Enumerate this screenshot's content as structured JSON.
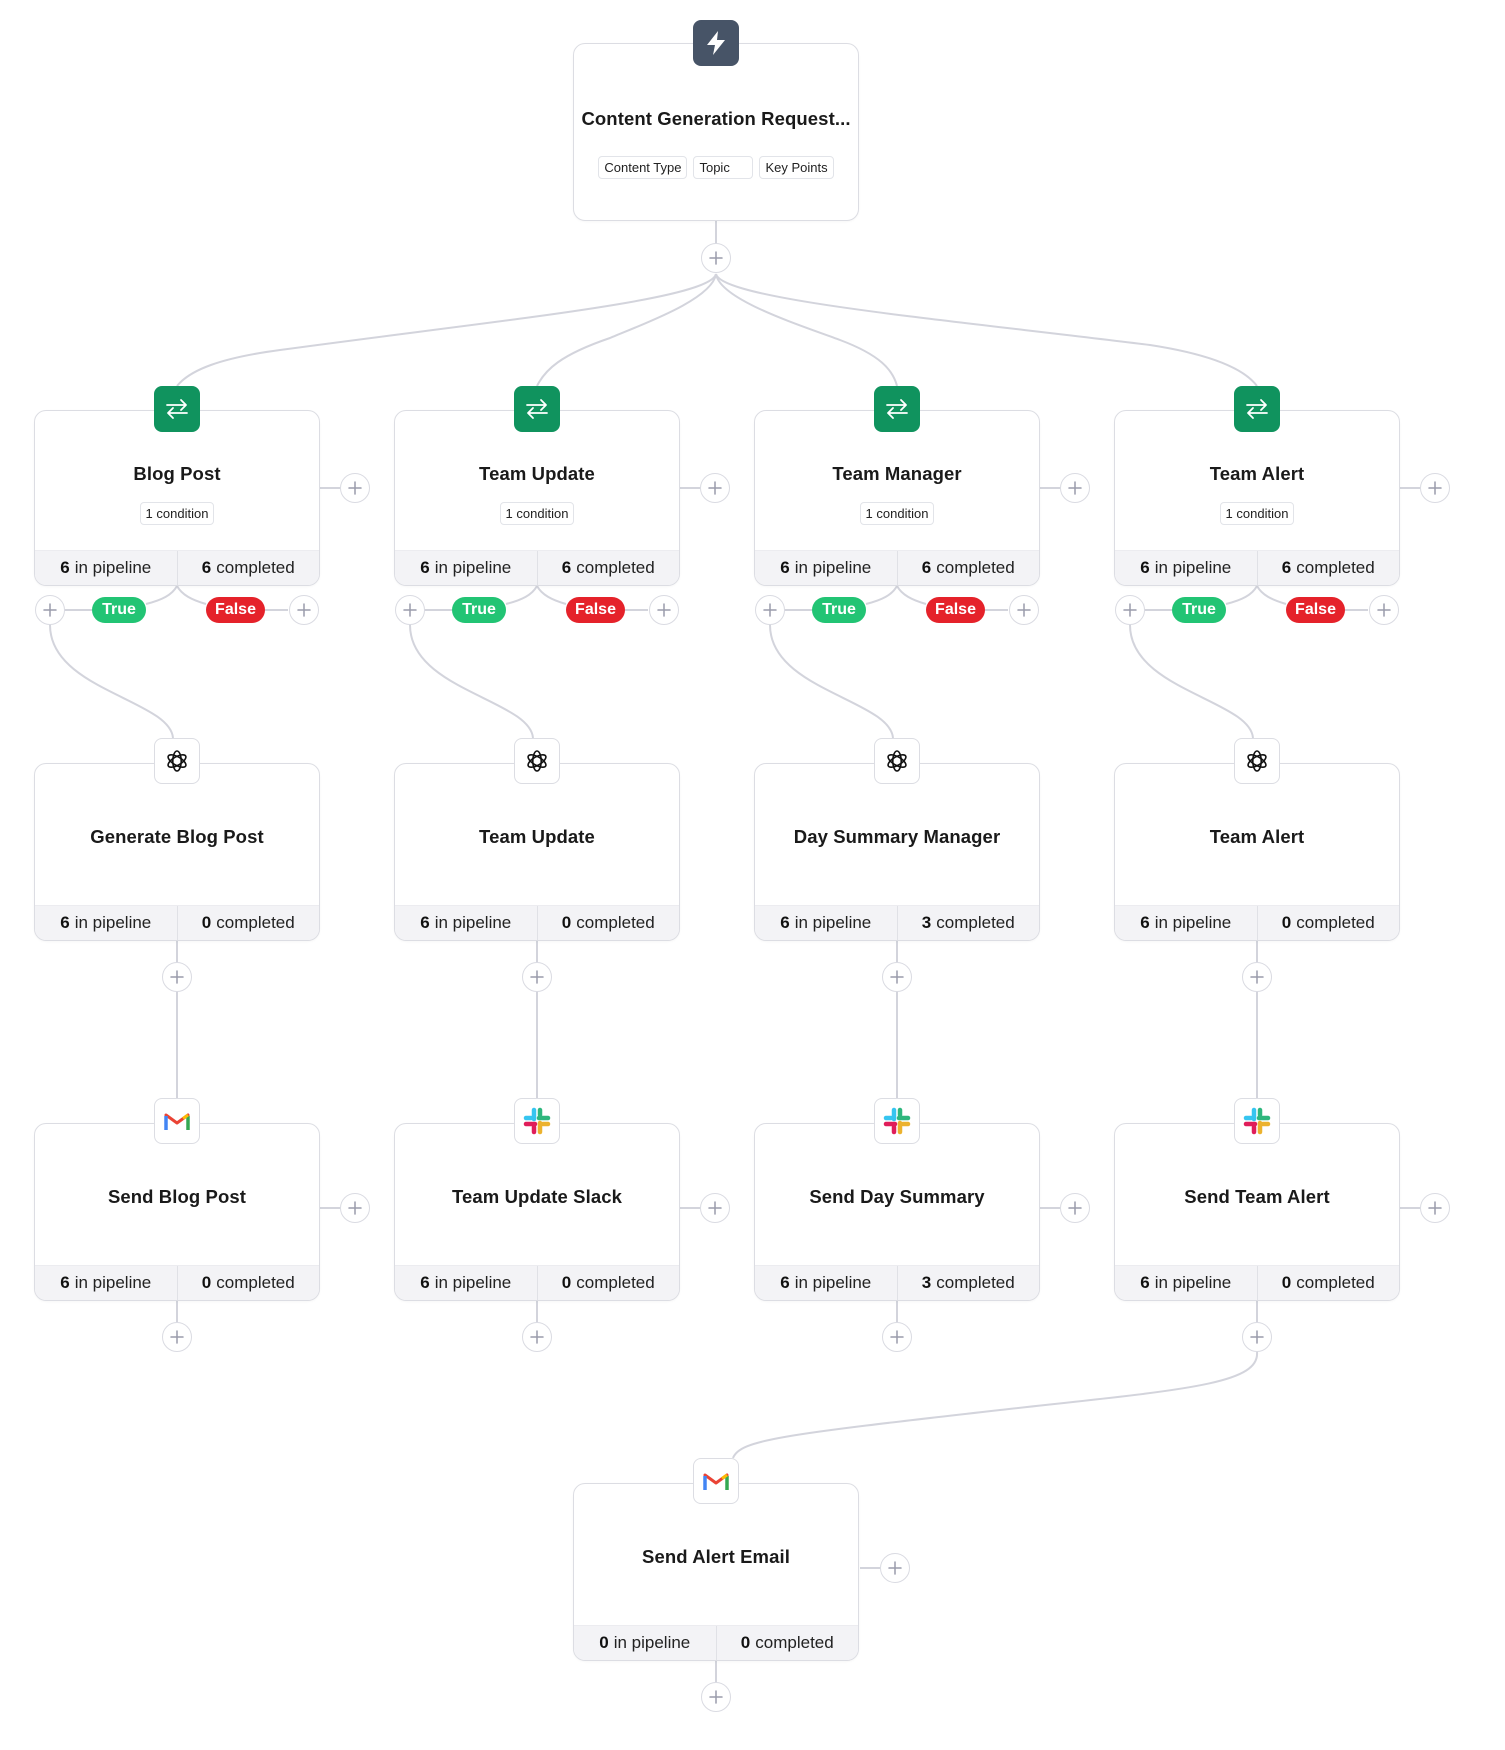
{
  "trigger": {
    "title": "Content Generation Request...",
    "fields": [
      "Content Type",
      "Topic",
      "Key Points"
    ],
    "icon": "lightning-bolt-icon"
  },
  "stat_labels": {
    "pipeline": "in pipeline",
    "completed": "completed"
  },
  "branch_labels": {
    "true": "True",
    "false": "False"
  },
  "router_icon": "branch-arrows-icon",
  "routers": [
    {
      "title": "Blog Post",
      "condition": "1 condition",
      "in_pipeline": "6",
      "completed": "6"
    },
    {
      "title": "Team Update",
      "condition": "1 condition",
      "in_pipeline": "6",
      "completed": "6"
    },
    {
      "title": "Team Manager",
      "condition": "1 condition",
      "in_pipeline": "6",
      "completed": "6"
    },
    {
      "title": "Team Alert",
      "condition": "1 condition",
      "in_pipeline": "6",
      "completed": "6"
    }
  ],
  "ai_steps": [
    {
      "title": "Generate Blog Post",
      "icon": "openai-icon",
      "in_pipeline": "6",
      "completed": "0"
    },
    {
      "title": "Team Update",
      "icon": "openai-icon",
      "in_pipeline": "6",
      "completed": "0"
    },
    {
      "title": "Day Summary Manager",
      "icon": "openai-icon",
      "in_pipeline": "6",
      "completed": "3"
    },
    {
      "title": "Team Alert",
      "icon": "openai-icon",
      "in_pipeline": "6",
      "completed": "0"
    }
  ],
  "send_steps": [
    {
      "title": "Send Blog Post",
      "icon": "gmail-icon",
      "in_pipeline": "6",
      "completed": "0"
    },
    {
      "title": "Team Update Slack",
      "icon": "slack-icon",
      "in_pipeline": "6",
      "completed": "0"
    },
    {
      "title": "Send Day Summary",
      "icon": "slack-icon",
      "in_pipeline": "6",
      "completed": "3"
    },
    {
      "title": "Send Team Alert",
      "icon": "slack-icon",
      "in_pipeline": "6",
      "completed": "0"
    }
  ],
  "final_step": {
    "title": "Send Alert Email",
    "icon": "gmail-icon",
    "in_pipeline": "0",
    "completed": "0"
  },
  "colors": {
    "router": "#10935e",
    "trigger": "#475467",
    "true_pill": "#22c474",
    "false_pill": "#e5222a",
    "edge": "#d3d4dc"
  }
}
